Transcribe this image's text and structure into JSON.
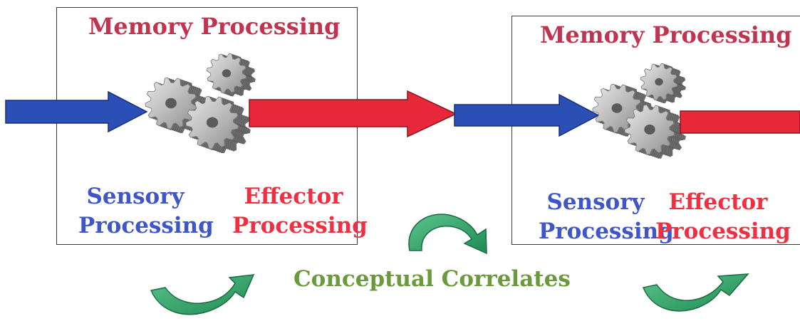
{
  "diagram": {
    "box1": {
      "title": "Memory Processing",
      "sensory_line1": "Sensory",
      "sensory_line2": "Processing",
      "effector_line1": "Effector",
      "effector_line2": "Processing"
    },
    "box2": {
      "title": "Memory Processing",
      "sensory_line1": "Sensory",
      "sensory_line2": "Processing",
      "effector_line1": "Effector",
      "effector_line2": "Processing"
    },
    "center_label": "Conceptual Correlates",
    "colors": {
      "title": "#c0344f",
      "sensory": "#3f56c8",
      "effector": "#ee3040",
      "conceptual": "#6a9a3c",
      "blue_arrow": "#2a4fb5",
      "red_arrow": "#e8283a",
      "green_arrow": "#39a86a",
      "gear": "#a9a9a9"
    },
    "icons": [
      "gears-icon",
      "input-arrow-icon",
      "output-arrow-icon",
      "curved-arrow-icon"
    ]
  }
}
